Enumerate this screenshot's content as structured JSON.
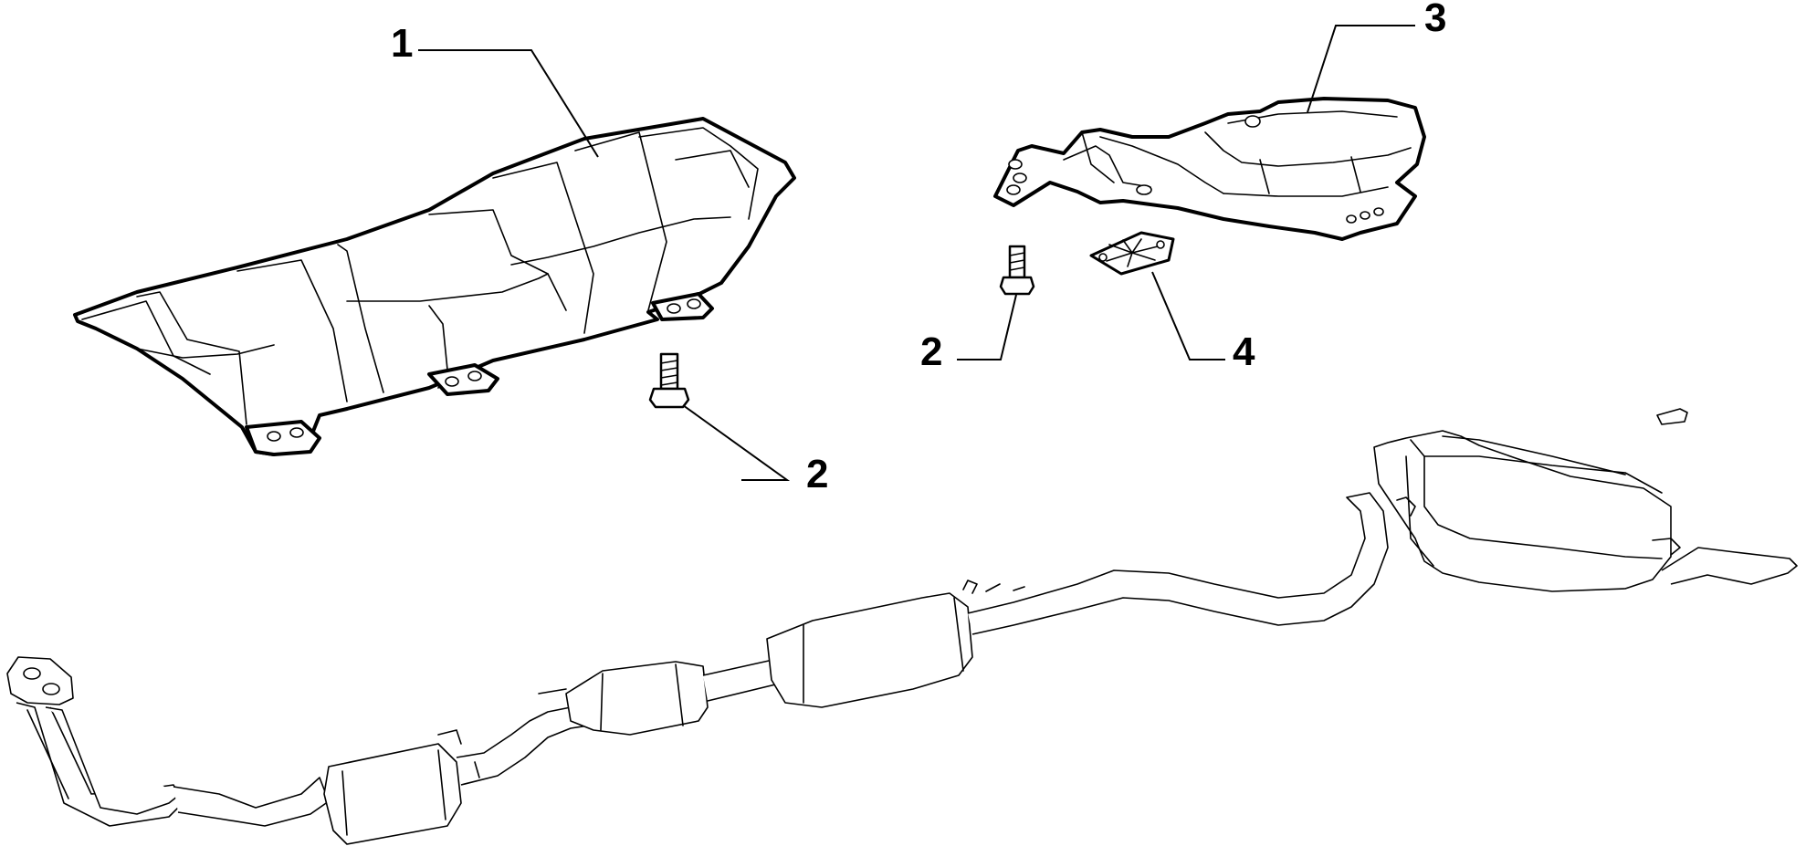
{
  "callouts": {
    "c1": "1",
    "c2a": "2",
    "c2b": "2",
    "c3": "3",
    "c4": "4"
  }
}
